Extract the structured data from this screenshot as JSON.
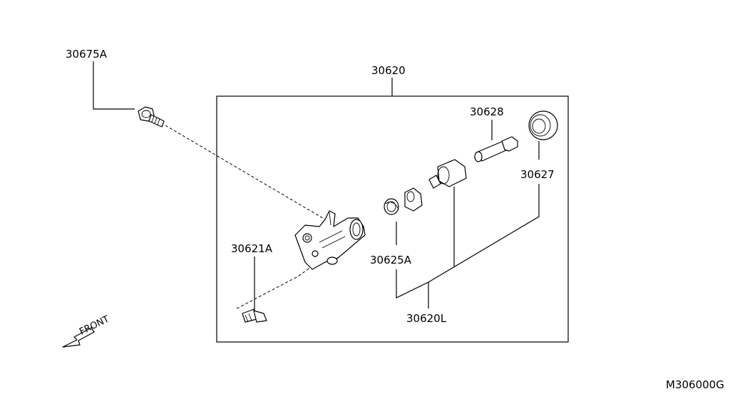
{
  "diagram": {
    "labels": {
      "bolt_top": "30675A",
      "assembly": "30620",
      "push_rod": "30628",
      "boot": "30627",
      "bleeder": "30621A",
      "spring": "30625A",
      "kit": "30620L",
      "front": "FRONT",
      "figure_code": "M306000G"
    }
  }
}
